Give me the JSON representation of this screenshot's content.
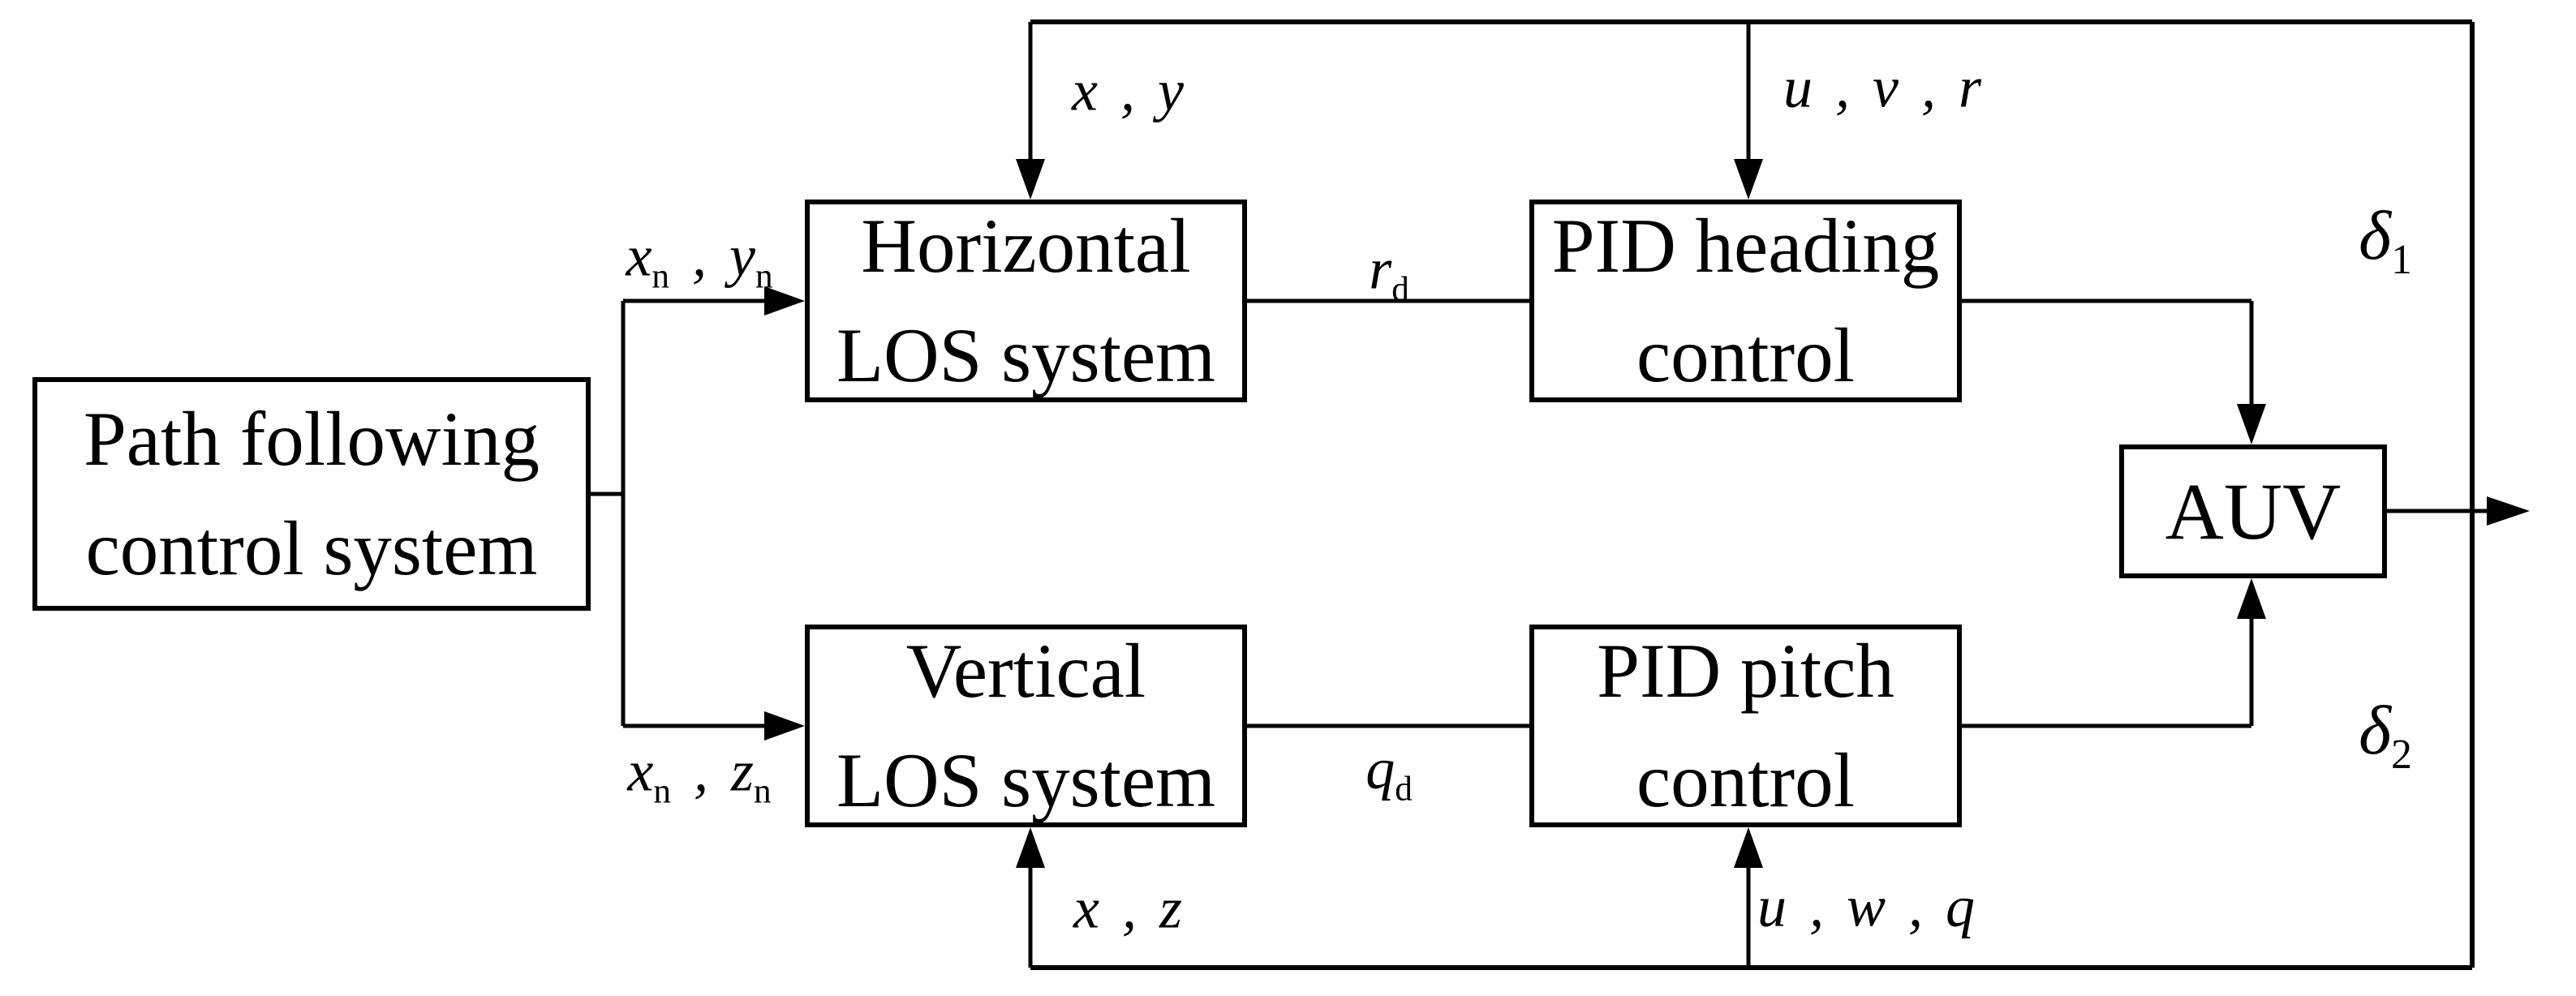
{
  "colors": {
    "background": "#ffffff",
    "line": "#000000",
    "box_fill": "#ffffff",
    "box_border": "#000000",
    "text": "#000000"
  },
  "boxes": {
    "path_following": {
      "lines": [
        "Path following",
        "control system"
      ]
    },
    "horizontal_los": {
      "lines": [
        "Horizontal",
        "LOS system"
      ]
    },
    "pid_heading": {
      "lines": [
        "PID heading",
        "control"
      ]
    },
    "vertical_los": {
      "lines": [
        "Vertical",
        "LOS system"
      ]
    },
    "pid_pitch": {
      "lines": [
        "PID pitch",
        "control"
      ]
    },
    "auv": {
      "lines": [
        "AUV"
      ]
    }
  },
  "signals": {
    "xy": "x , y",
    "uvr": "u , v , r",
    "xnyn": "x_n , y_n",
    "rd": "r_d",
    "delta1": "δ_1",
    "xnzn": "x_n , z_n",
    "qd": "q_d",
    "delta2": "δ_2",
    "xz": "x , z",
    "uwq": "u , w , q"
  }
}
